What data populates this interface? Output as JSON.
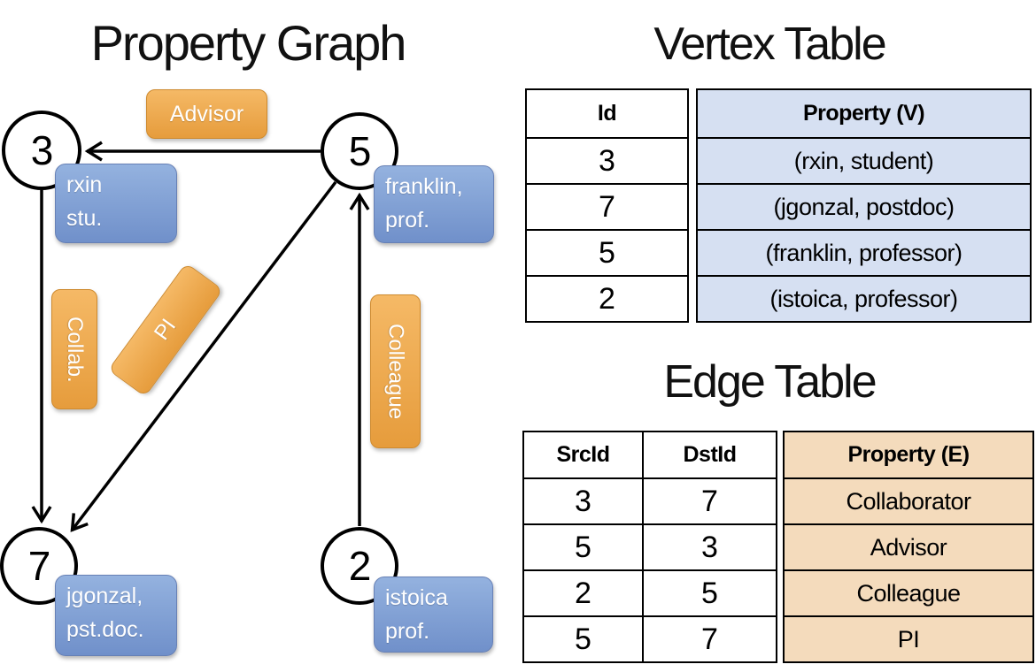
{
  "graph": {
    "title": "Property Graph",
    "nodes": [
      {
        "id": "3",
        "box_line1": "rxin",
        "box_line2": "stu."
      },
      {
        "id": "5",
        "box_line1": "franklin,",
        "box_line2": "prof."
      },
      {
        "id": "7",
        "box_line1": "jgonzal,",
        "box_line2": "pst.doc."
      },
      {
        "id": "2",
        "box_line1": "istoica",
        "box_line2": "prof."
      }
    ],
    "edge_labels": {
      "advisor": "Advisor",
      "collab": "Collab.",
      "pi": "PI",
      "colleague": "Colleague"
    }
  },
  "vertex_table": {
    "title": "Vertex Table",
    "columns": {
      "id": "Id",
      "property": "Property (V)"
    },
    "rows": [
      {
        "id": "3",
        "property": "(rxin, student)"
      },
      {
        "id": "7",
        "property": "(jgonzal, postdoc)"
      },
      {
        "id": "5",
        "property": "(franklin, professor)"
      },
      {
        "id": "2",
        "property": "(istoica, professor)"
      }
    ]
  },
  "edge_table": {
    "title": "Edge Table",
    "columns": {
      "src": "SrcId",
      "dst": "DstId",
      "property": "Property (E)"
    },
    "rows": [
      {
        "src": "3",
        "dst": "7",
        "property": "Collaborator"
      },
      {
        "src": "5",
        "dst": "3",
        "property": "Advisor"
      },
      {
        "src": "2",
        "dst": "5",
        "property": "Colleague"
      },
      {
        "src": "5",
        "dst": "7",
        "property": "PI"
      }
    ]
  },
  "colors": {
    "orange_top": "#F5B966",
    "orange_bot": "#E69C3C",
    "blue_top": "#94B2DF",
    "blue_bot": "#7090CA",
    "vertex_cell": "#D6E0F2",
    "edge_cell": "#F4DBBC"
  }
}
